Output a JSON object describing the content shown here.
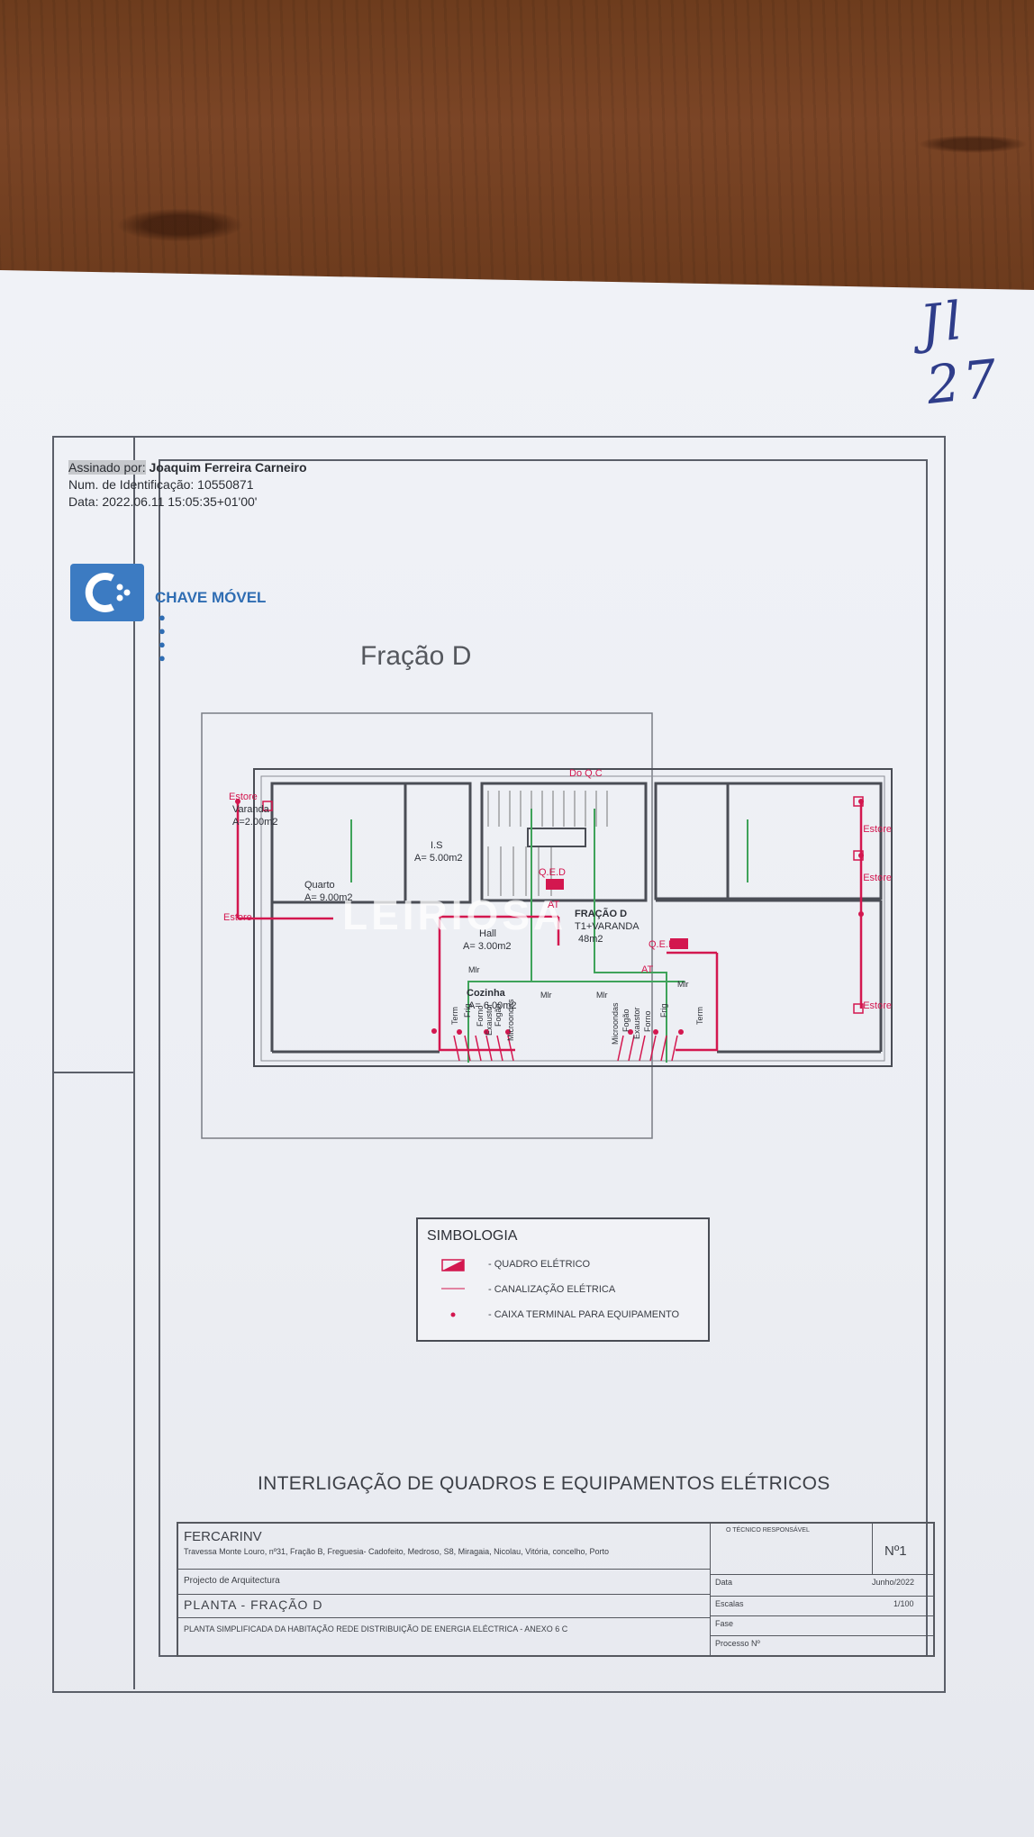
{
  "page": {
    "handwriting": "Jl 27",
    "background_color": "#6a3a1f",
    "paper_color": "#eceef3",
    "accent_red": "#d3174f",
    "accent_green": "#3fa35a"
  },
  "signature": {
    "signed_by_label": "Assinado por:",
    "signed_by_name": "Joaquim Ferreira Carneiro",
    "id_line": "Num. de Identificação: 10550871",
    "date_line": "Data: 2022.06.11 15:05:35+01'00'"
  },
  "logo": {
    "text": "CHAVE MÓVEL",
    "dots": "● ● ● ●",
    "icon": "chave-movel-logo-icon",
    "color": "#3c7bc2"
  },
  "plan": {
    "title": "Fração D",
    "watermark": "LEIRIOSA",
    "labels": {
      "estore_1": "Estore",
      "varanda": "Varanda",
      "varanda_area": "A=2.00m2",
      "is": "I.S",
      "is_area": "A= 5.00m2",
      "quarto": "Quarto",
      "quarto_area": "A= 9.00m2",
      "estore_2": "Estore",
      "hall": "Hall",
      "hall_area": "A= 3.00m2",
      "cozinha": "Cozinha",
      "cozinha_area": "A= 6.00m2",
      "do_qc": "Do Q.C",
      "qed_left": "Q.E.D",
      "at_1": "AT",
      "fracao": "FRAÇÃO D",
      "tipologia": "T1+VARANDA",
      "fracao_area": "48m2",
      "qee": "Q.E.E",
      "at_2": "AT",
      "estore_r1": "Estore",
      "estore_r2": "Estore",
      "estore_r3": "Estore",
      "mlr_1": "Mlr",
      "mlr_2": "Mlr",
      "mlr_3": "Mlr",
      "mlr_4": "Mlr",
      "term_1": "Term",
      "frig_1": "Frig",
      "forno_1": "Forno",
      "exaustor_1": "Exaustor",
      "fogao_1": "Fogão",
      "microondas_1": "Microondas",
      "microondas_2": "Microondas",
      "fogao_2": "Fogão",
      "exaustor_2": "Exaustor",
      "forno_2": "Forno",
      "frig_2": "Frig",
      "term_2": "Term"
    }
  },
  "legend": {
    "title": "SIMBOLOGIA",
    "items": [
      {
        "label": "- QUADRO ELÉTRICO",
        "icon": "electrical-panel-icon"
      },
      {
        "label": "- CANALIZAÇÃO ELÉTRICA",
        "icon": "electrical-line-icon"
      },
      {
        "label": "- CAIXA TERMINAL PARA EQUIPAMENTO",
        "icon": "terminal-box-icon"
      }
    ]
  },
  "main_title": "INTERLIGAÇÃO DE QUADROS E EQUIPAMENTOS ELÉTRICOS",
  "title_block": {
    "company": "FERCARINV",
    "address": "Travessa Monte Louro, nº31, Fração B, Freguesia- Cadofeito, Medroso, S8, Miragaia, Nicolau, Vitória, concelho, Porto",
    "tecnico_label": "O TÉCNICO RESPONSÁVEL",
    "sheet_number": "Nº1",
    "project_label": "Projecto de Arquitectura",
    "plan_name": "PLANTA - FRAÇÃO D",
    "description": "PLANTA SIMPLIFICADA DA HABITAÇÃO REDE DISTRIBUIÇÃO DE ENERGIA ELÉCTRICA - ANEXO 6 C",
    "data_label": "Data",
    "data_value": "Junho/2022",
    "escala_label": "Escalas",
    "escala_value": "1/100",
    "fase_label": "Fase",
    "processo_label": "Processo Nº"
  }
}
